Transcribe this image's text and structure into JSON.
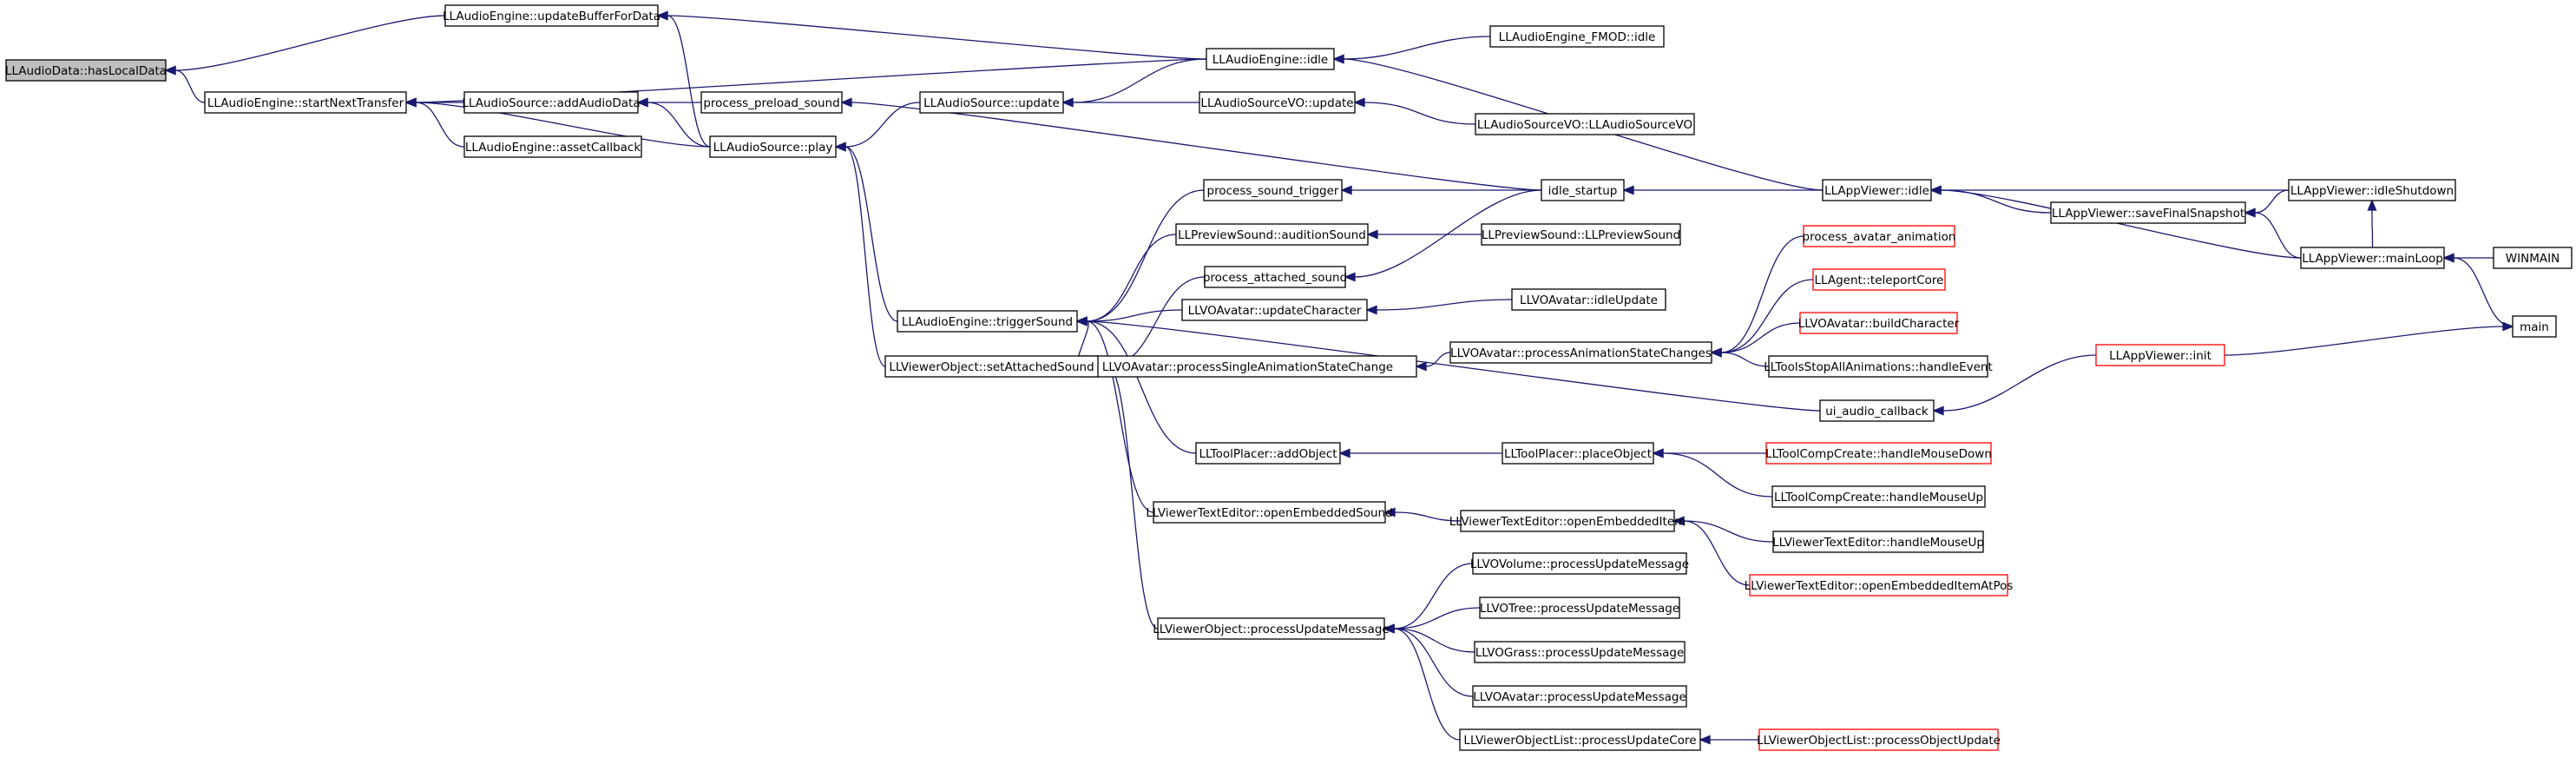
{
  "graph": {
    "nodes": [
      {
        "id": "hasLocalData",
        "label": "LLAudioData::hasLocalData",
        "highlight": true
      },
      {
        "id": "updateBufferForData",
        "label": "LLAudioEngine::updateBufferForData"
      },
      {
        "id": "startNextTransfer",
        "label": "LLAudioEngine::startNextTransfer"
      },
      {
        "id": "addAudioData",
        "label": "LLAudioSource::addAudioData"
      },
      {
        "id": "assetCallback",
        "label": "LLAudioEngine::assetCallback"
      },
      {
        "id": "preload",
        "label": "process_preload_sound"
      },
      {
        "id": "play",
        "label": "LLAudioSource::play"
      },
      {
        "id": "engineIdle",
        "label": "LLAudioEngine::idle"
      },
      {
        "id": "fmodIdle",
        "label": "LLAudioEngine_FMOD::idle"
      },
      {
        "id": "srcUpdate",
        "label": "LLAudioSource::update"
      },
      {
        "id": "voUpdate",
        "label": "LLAudioSourceVO::update"
      },
      {
        "id": "voCtor",
        "label": "LLAudioSourceVO::LLAudioSourceVO"
      },
      {
        "id": "idleStartup",
        "label": "idle_startup"
      },
      {
        "id": "appIdle",
        "label": "LLAppViewer::idle"
      },
      {
        "id": "idleShutdown",
        "label": "LLAppViewer::idleShutdown"
      },
      {
        "id": "saveSnapshot",
        "label": "LLAppViewer::saveFinalSnapshot"
      },
      {
        "id": "mainLoop",
        "label": "LLAppViewer::mainLoop"
      },
      {
        "id": "winmain",
        "label": "WINMAIN"
      },
      {
        "id": "main",
        "label": "main"
      },
      {
        "id": "soundTrigger",
        "label": "process_sound_trigger"
      },
      {
        "id": "auditionSound",
        "label": "LLPreviewSound::auditionSound"
      },
      {
        "id": "previewCtor",
        "label": "LLPreviewSound::LLPreviewSound"
      },
      {
        "id": "attachedSound",
        "label": "process_attached_sound"
      },
      {
        "id": "triggerSound",
        "label": "LLAudioEngine::triggerSound"
      },
      {
        "id": "updateCharacter",
        "label": "LLVOAvatar::updateCharacter"
      },
      {
        "id": "idleUpdate",
        "label": "LLVOAvatar::idleUpdate"
      },
      {
        "id": "processSingle",
        "label": "LLVOAvatar::processSingleAnimationStateChange"
      },
      {
        "id": "processAnim",
        "label": "LLVOAvatar::processAnimationStateChanges"
      },
      {
        "id": "avatarAnim",
        "label": "process_avatar_animation",
        "truncated": true
      },
      {
        "id": "teleportCore",
        "label": "LLAgent::teleportCore",
        "truncated": true
      },
      {
        "id": "buildCharacter",
        "label": "LLVOAvatar::buildCharacter",
        "truncated": true
      },
      {
        "id": "stopAllAnim",
        "label": "LLToolsStopAllAnimations::handleEvent"
      },
      {
        "id": "setAttachedSound",
        "label": "LLViewerObject::setAttachedSound"
      },
      {
        "id": "uiAudio",
        "label": "ui_audio_callback"
      },
      {
        "id": "appInit",
        "label": "LLAppViewer::init",
        "truncated": true
      },
      {
        "id": "addObject",
        "label": "LLToolPlacer::addObject"
      },
      {
        "id": "placeObject",
        "label": "LLToolPlacer::placeObject"
      },
      {
        "id": "compMouseDown",
        "label": "LLToolCompCreate::handleMouseDown",
        "truncated": true
      },
      {
        "id": "compMouseUp",
        "label": "LLToolCompCreate::handleMouseUp"
      },
      {
        "id": "openEmbSound",
        "label": "LLViewerTextEditor::openEmbeddedSound"
      },
      {
        "id": "openEmbItem",
        "label": "LLViewerTextEditor::openEmbeddedItem"
      },
      {
        "id": "tedMouseUp",
        "label": "LLViewerTextEditor::handleMouseUp"
      },
      {
        "id": "openEmbItemAtPos",
        "label": "LLViewerTextEditor::openEmbeddedItemAtPos",
        "truncated": true
      },
      {
        "id": "volumeUpdate",
        "label": "LLVOVolume::processUpdateMessage"
      },
      {
        "id": "objUpdate",
        "label": "LLViewerObject::processUpdateMessage"
      },
      {
        "id": "treeUpdate",
        "label": "LLVOTree::processUpdateMessage"
      },
      {
        "id": "grassUpdate",
        "label": "LLVOGrass::processUpdateMessage"
      },
      {
        "id": "avatarUpdate",
        "label": "LLVOAvatar::processUpdateMessage"
      },
      {
        "id": "updateCore",
        "label": "LLViewerObjectList::processUpdateCore"
      },
      {
        "id": "objectUpdate",
        "label": "LLViewerObjectList::processObjectUpdate",
        "truncated": true
      }
    ],
    "edges": [
      [
        "updateBufferForData",
        "hasLocalData"
      ],
      [
        "startNextTransfer",
        "hasLocalData"
      ],
      [
        "engineIdle",
        "updateBufferForData"
      ],
      [
        "play",
        "updateBufferForData"
      ],
      [
        "engineIdle",
        "startNextTransfer"
      ],
      [
        "addAudioData",
        "startNextTransfer"
      ],
      [
        "assetCallback",
        "startNextTransfer"
      ],
      [
        "play",
        "startNextTransfer"
      ],
      [
        "preload",
        "addAudioData"
      ],
      [
        "play",
        "addAudioData"
      ],
      [
        "idleStartup",
        "preload"
      ],
      [
        "srcUpdate",
        "play"
      ],
      [
        "triggerSound",
        "play"
      ],
      [
        "setAttachedSound",
        "play"
      ],
      [
        "fmodIdle",
        "engineIdle"
      ],
      [
        "appIdle",
        "engineIdle"
      ],
      [
        "engineIdle",
        "srcUpdate"
      ],
      [
        "voUpdate",
        "srcUpdate"
      ],
      [
        "voCtor",
        "voUpdate"
      ],
      [
        "appIdle",
        "idleStartup"
      ],
      [
        "idleShutdown",
        "appIdle"
      ],
      [
        "mainLoop",
        "appIdle"
      ],
      [
        "saveSnapshot",
        "appIdle"
      ],
      [
        "idleShutdown",
        "saveSnapshot"
      ],
      [
        "mainLoop",
        "saveSnapshot"
      ],
      [
        "mainLoop",
        "idleShutdown"
      ],
      [
        "winmain",
        "mainLoop"
      ],
      [
        "main",
        "mainLoop"
      ],
      [
        "appInit",
        "main"
      ],
      [
        "idleStartup",
        "soundTrigger"
      ],
      [
        "idleStartup",
        "attachedSound"
      ],
      [
        "soundTrigger",
        "triggerSound"
      ],
      [
        "previewCtor",
        "auditionSound"
      ],
      [
        "auditionSound",
        "triggerSound"
      ],
      [
        "attachedSound",
        "setAttachedSound"
      ],
      [
        "updateCharacter",
        "triggerSound"
      ],
      [
        "idleUpdate",
        "updateCharacter"
      ],
      [
        "processSingle",
        "triggerSound"
      ],
      [
        "processAnim",
        "processSingle"
      ],
      [
        "avatarAnim",
        "processAnim"
      ],
      [
        "teleportCore",
        "processAnim"
      ],
      [
        "buildCharacter",
        "processAnim"
      ],
      [
        "stopAllAnim",
        "processAnim"
      ],
      [
        "uiAudio",
        "triggerSound"
      ],
      [
        "appInit",
        "uiAudio"
      ],
      [
        "addObject",
        "triggerSound"
      ],
      [
        "placeObject",
        "addObject"
      ],
      [
        "compMouseDown",
        "placeObject"
      ],
      [
        "compMouseUp",
        "placeObject"
      ],
      [
        "openEmbSound",
        "triggerSound"
      ],
      [
        "openEmbItem",
        "openEmbSound"
      ],
      [
        "tedMouseUp",
        "openEmbItem"
      ],
      [
        "openEmbItemAtPos",
        "openEmbItem"
      ],
      [
        "objUpdate",
        "setAttachedSound"
      ],
      [
        "volumeUpdate",
        "objUpdate"
      ],
      [
        "treeUpdate",
        "objUpdate"
      ],
      [
        "grassUpdate",
        "objUpdate"
      ],
      [
        "avatarUpdate",
        "objUpdate"
      ],
      [
        "updateCore",
        "objUpdate"
      ],
      [
        "objectUpdate",
        "updateCore"
      ]
    ]
  }
}
